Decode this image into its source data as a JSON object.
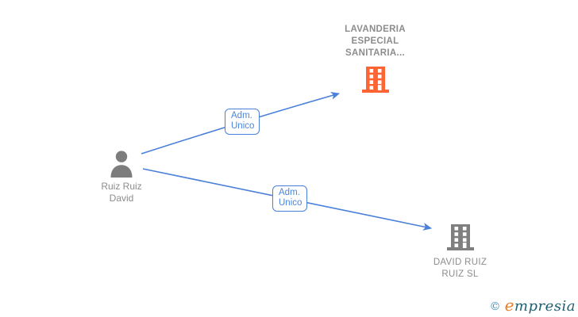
{
  "diagram": {
    "person": {
      "name_lines": [
        "Ruiz Ruiz",
        "David"
      ],
      "color": "#7d7d7d"
    },
    "companies": [
      {
        "name_lines": [
          "LAVANDERIA",
          "ESPECIAL",
          "SANITARIA..."
        ],
        "color": "#ff6432"
      },
      {
        "name_lines": [
          "DAVID RUIZ",
          "RUIZ SL"
        ],
        "color": "#7f7f7f"
      }
    ],
    "relationships": [
      {
        "lines": [
          "Adm.",
          "Unico"
        ],
        "from": "Ruiz Ruiz David",
        "to": "LAVANDERIA ESPECIAL SANITARIA..."
      },
      {
        "lines": [
          "Adm.",
          "Unico"
        ],
        "from": "Ruiz Ruiz David",
        "to": "DAVID RUIZ RUIZ SL"
      }
    ],
    "colors": {
      "arrow": "#4a80d9",
      "label_text": "#4a86e0",
      "node_text": "#8c8c8c"
    }
  },
  "footer": {
    "copyright": "©",
    "brand_initial": "e",
    "brand_rest": "mpresia"
  }
}
